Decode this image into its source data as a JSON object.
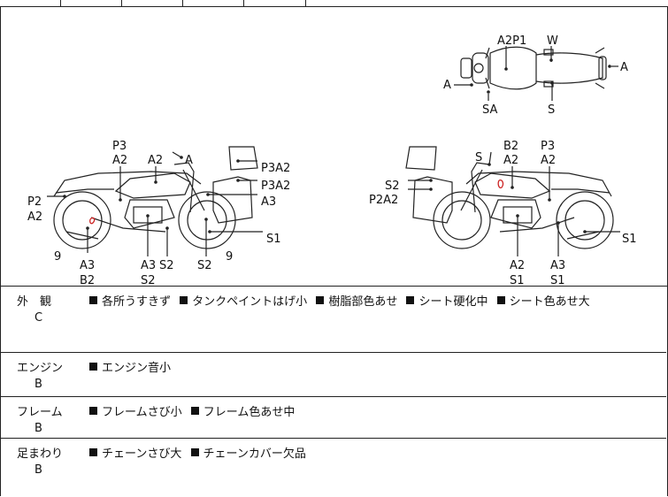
{
  "diagram": {
    "labels": {
      "top_a2p1": "A2P1",
      "top_w": "W",
      "top_a_right": "A",
      "top_a_left": "A",
      "top_sa": "SA",
      "top_s": "S",
      "left_p3": "P3",
      "left_a2_top": "A2",
      "left_a2_tank": "A2",
      "left_a_mirror": "A",
      "left_p3a2_a": "P3A2",
      "left_p3a2_b": "P3A2",
      "left_a3_right": "A3",
      "left_p2": "P2",
      "left_a2_rear": "A2",
      "left_s1": "S1",
      "left_9_a": "9",
      "left_9_b": "9",
      "left_a3_bottom": "A3",
      "left_b2": "B2",
      "left_a3_mid": "A3",
      "left_s2_mid": "S2",
      "left_s2_under": "S2",
      "left_s2_right": "S2",
      "right_b2": "B2",
      "right_a2_top": "A2",
      "right_s_top": "S",
      "right_p3": "P3",
      "right_a2_p3": "A2",
      "right_s2": "S2",
      "right_p2a2": "P2A2",
      "right_s1_right": "S1",
      "right_a2_bottom": "A2",
      "right_s1_bottom": "S1",
      "right_a3_bottom": "A3",
      "right_s1_b2": "S1"
    }
  },
  "rows": [
    {
      "name": "外　観",
      "grade": "C",
      "notes": [
        "各所うすきず",
        "タンクペイントはげ小",
        "樹脂部色あせ",
        "シート硬化中",
        "シート色あせ大"
      ]
    },
    {
      "name": "エンジン",
      "grade": "B",
      "notes": [
        "エンジン音小"
      ]
    },
    {
      "name": "フレーム",
      "grade": "B",
      "notes": [
        "フレームさび小",
        "フレーム色あせ中"
      ]
    },
    {
      "name": "足まわり",
      "grade": "B",
      "notes": [
        "チェーンさび大",
        "チェーンカバー欠品"
      ]
    }
  ],
  "colors": {
    "line": "#222222",
    "mark": "#cc2222"
  }
}
